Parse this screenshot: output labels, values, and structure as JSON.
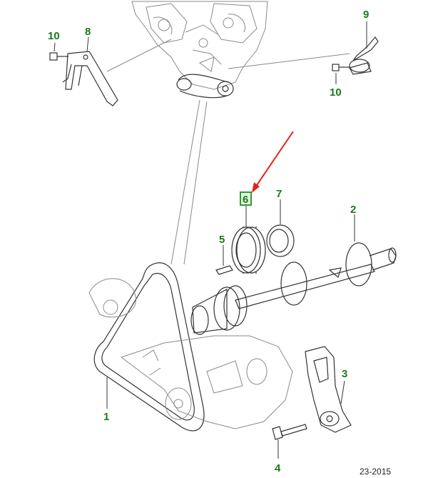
{
  "diagram": {
    "reference_code": "23-2015",
    "callouts": [
      {
        "id": "c1",
        "label": "1"
      },
      {
        "id": "c2",
        "label": "2"
      },
      {
        "id": "c3",
        "label": "3"
      },
      {
        "id": "c4",
        "label": "4"
      },
      {
        "id": "c5",
        "label": "5"
      },
      {
        "id": "c6",
        "label": "6"
      },
      {
        "id": "c7",
        "label": "7"
      },
      {
        "id": "c8",
        "label": "8"
      },
      {
        "id": "c9",
        "label": "9"
      },
      {
        "id": "c10a",
        "label": "10"
      },
      {
        "id": "c10b",
        "label": "10"
      }
    ],
    "colors": {
      "callout_text": "#1a7a1a",
      "highlight_box": "#2e9e2e",
      "arrow": "#e0241b",
      "line_art": "#333333"
    }
  }
}
